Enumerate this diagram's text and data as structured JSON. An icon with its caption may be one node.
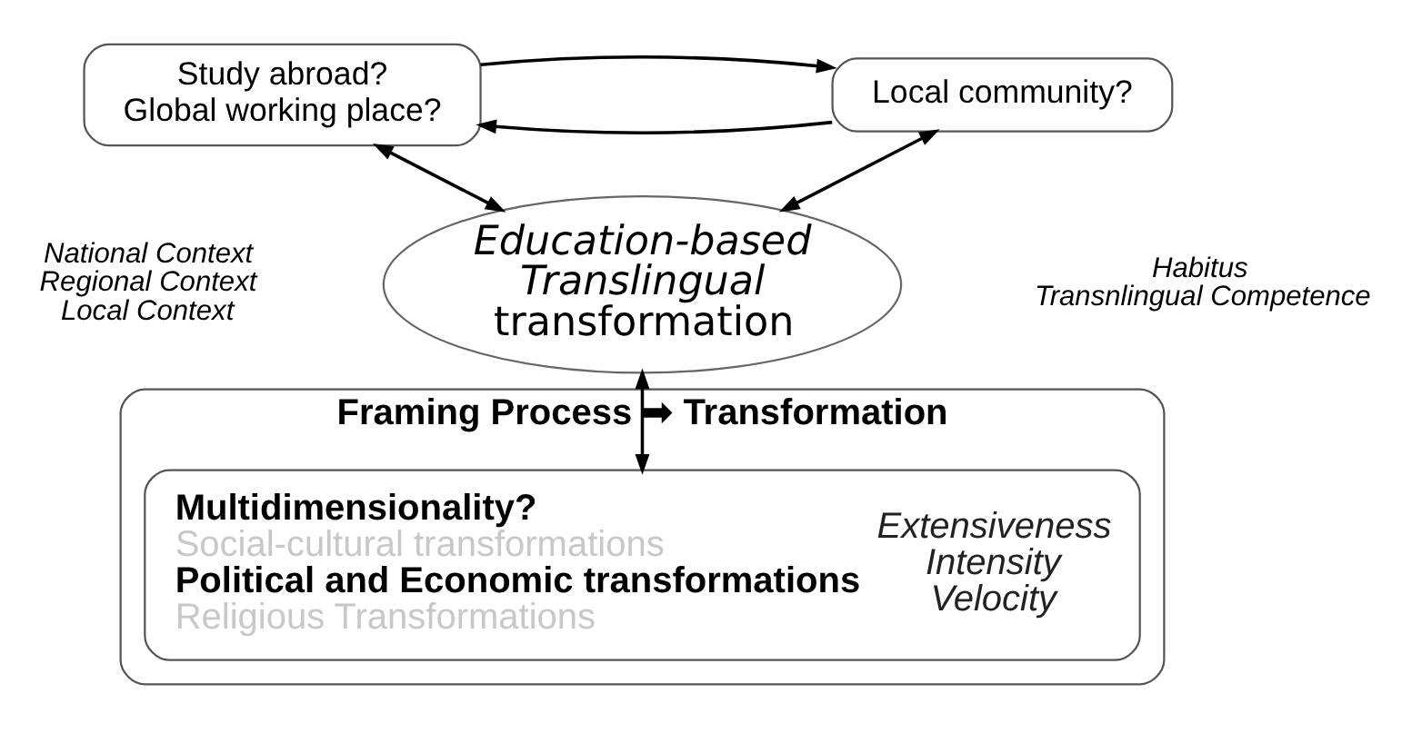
{
  "diagram": {
    "nodes": [
      {
        "text": [
          "Study abroad? Global working place?"
        ]
      },
      {
        "text": [
          "Local community?"
        ]
      },
      {
        "text": [
          "Education-based Translingual transformation"
        ]
      },
      {
        "text": [
          "Framing Process ➡ Transformation"
        ]
      },
      {
        "text": [
          "Multidimensionality?",
          "Social-cultural transformations",
          "Political and Economic transformations",
          "Religious Transformations",
          "Extensiveness",
          "Intensity",
          "Velocity"
        ],
        "in": 3
      }
    ],
    "edges": [
      {
        "from": 1,
        "to": 0,
        "arrow": "to"
      },
      {
        "from": 0,
        "to": 1,
        "arrow": "to"
      },
      {
        "from": 0,
        "to": 2,
        "arrow": "both"
      },
      {
        "from": 1,
        "to": 2,
        "arrow": "both"
      },
      {
        "from": 2,
        "to": 4,
        "arrow": "both"
      }
    ],
    "labels": [
      "National Context",
      "Regional Context",
      "Local Context",
      "Habitus",
      "Transnlingual Competence"
    ]
  }
}
